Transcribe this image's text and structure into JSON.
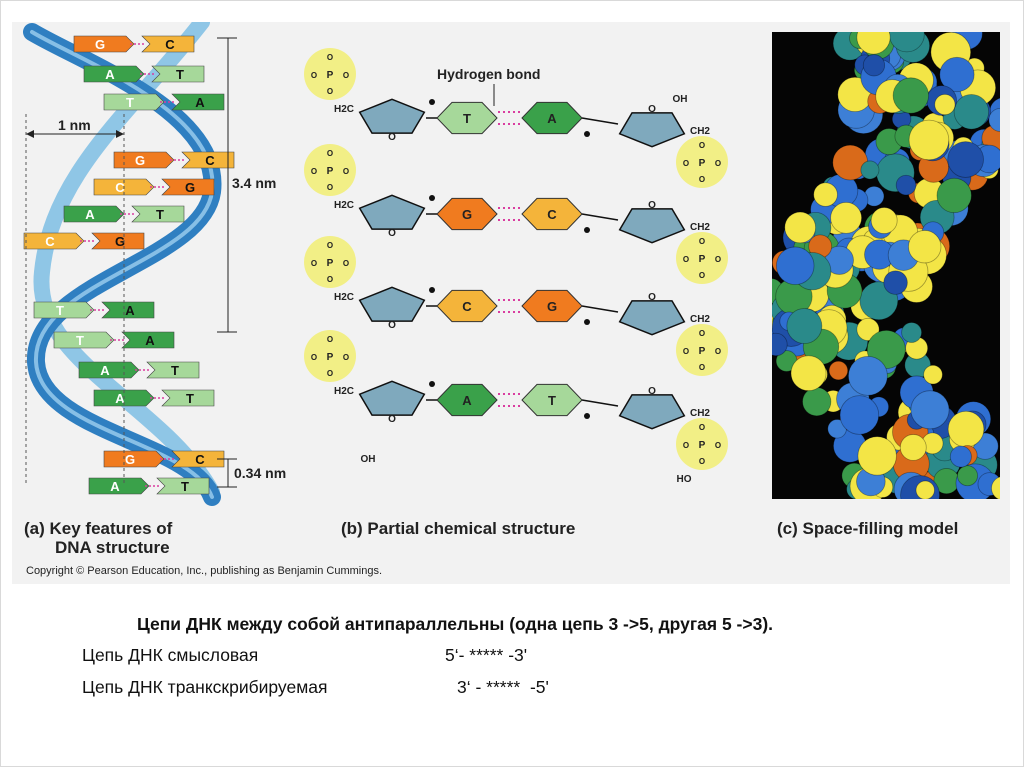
{
  "figure": {
    "panel_a": {
      "caption_line1": "(a) Key features of",
      "caption_line2": "DNA structure",
      "label_width": "1 nm",
      "label_pitch": "3.4 nm",
      "label_rise": "0.34 nm",
      "base_pairs": [
        {
          "left": "G",
          "right": "C"
        },
        {
          "left": "A",
          "right": "T"
        },
        {
          "left": "T",
          "right": "A"
        },
        {
          "left": "G",
          "right": "C"
        },
        {
          "left": "C",
          "right": "G"
        },
        {
          "left": "A",
          "right": "T"
        },
        {
          "left": "C",
          "right": "G"
        },
        {
          "left": "T",
          "right": "A"
        },
        {
          "left": "T",
          "right": "A"
        },
        {
          "left": "A",
          "right": "T"
        },
        {
          "left": "A",
          "right": "T"
        },
        {
          "left": "G",
          "right": "C"
        },
        {
          "left": "A",
          "right": "T"
        }
      ]
    },
    "panel_b": {
      "caption": "(b) Partial chemical structure",
      "hydrogen_bond_label": "Hydrogen bond",
      "rows": [
        {
          "left": "T",
          "right": "A"
        },
        {
          "left": "G",
          "right": "C"
        },
        {
          "left": "C",
          "right": "G"
        },
        {
          "left": "A",
          "right": "T"
        }
      ],
      "phosphate_label": "P",
      "oxygen_label": "O",
      "ring_oxygen": "O",
      "hydroxyl_label": "OH",
      "methylene_label": "H2C",
      "methylene_label_right": "CH2",
      "ho_label": "HO",
      "charge_label": "O-"
    },
    "panel_c": {
      "caption": "(c) Space-filling model"
    },
    "copyright": "Copyright © Pearson Education, Inc., publishing as Benjamin Cummings."
  },
  "text": {
    "heading": "Цепи ДНК между собой антипараллельны (одна цепь 3 ->5, другая 5 ->3).",
    "row1_label": "Цепь ДНК смысловая",
    "row1_value": "5‘- ***** -3'",
    "row2_label": "Цепь ДНК транкскрибируемая",
    "row2_value": "3‘ - *****  -5'"
  },
  "colors": {
    "G": "#f07b1f",
    "C": "#f4b43a",
    "A": "#3aa14a",
    "T": "#a6d89a",
    "backbone": "#2f7fc1",
    "sugar": "#7fa9bd",
    "phosphate_circle": "#f2ee7a",
    "h_bond": "#d93da0"
  }
}
